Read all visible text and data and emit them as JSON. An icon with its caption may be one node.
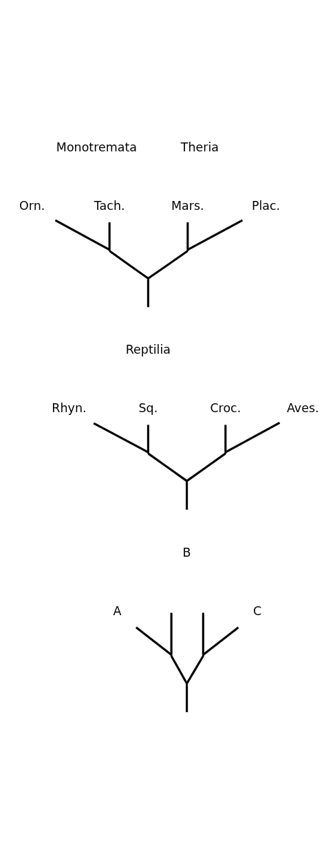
{
  "diagram": {
    "nodes": [
      {
        "text": [
          "Orn."
        ]
      },
      {
        "text": [
          "Tach."
        ]
      },
      {
        "text": [
          "Mars."
        ]
      },
      {
        "text": [
          "Plac."
        ]
      },
      {
        "text": [],
        "shape": "point"
      },
      {
        "text": [],
        "shape": "point"
      },
      {
        "text": [],
        "shape": "point"
      },
      {
        "text": [
          "Rhyn."
        ]
      },
      {
        "text": [
          "Sq."
        ]
      },
      {
        "text": [
          "Croc."
        ]
      },
      {
        "text": [
          "Aves."
        ]
      },
      {
        "text": [],
        "shape": "point"
      },
      {
        "text": [],
        "shape": "point"
      },
      {
        "text": [],
        "shape": "point"
      },
      {
        "text": [
          "A"
        ]
      },
      {
        "text": [
          "C"
        ]
      },
      {
        "text": [],
        "shape": "point"
      },
      {
        "text": [],
        "shape": "point"
      },
      {
        "text": [],
        "shape": "point"
      }
    ],
    "edges": [
      {
        "from": 0,
        "to": 4,
        "arrow": "none"
      },
      {
        "from": 1,
        "to": 4,
        "arrow": "none"
      },
      {
        "from": 2,
        "to": 5,
        "arrow": "none"
      },
      {
        "from": 3,
        "to": 5,
        "arrow": "none"
      },
      {
        "from": 4,
        "to": 6,
        "arrow": "none"
      },
      {
        "from": 5,
        "to": 6,
        "arrow": "none"
      },
      {
        "from": 6,
        "to": null,
        "arrow": "none"
      },
      {
        "from": 7,
        "to": 11,
        "arrow": "none"
      },
      {
        "from": 8,
        "to": 11,
        "arrow": "none"
      },
      {
        "from": 9,
        "to": 12,
        "arrow": "none"
      },
      {
        "from": 10,
        "to": 12,
        "arrow": "none"
      },
      {
        "from": 11,
        "to": 13,
        "arrow": "none"
      },
      {
        "from": 12,
        "to": 13,
        "arrow": "none"
      },
      {
        "from": 13,
        "to": null,
        "arrow": "none"
      },
      {
        "from": 14,
        "to": 16,
        "arrow": "none"
      },
      {
        "from": null,
        "to": 16,
        "arrow": "none"
      },
      {
        "from": null,
        "to": 17,
        "arrow": "none"
      },
      {
        "from": 15,
        "to": 17,
        "arrow": "none"
      },
      {
        "from": 16,
        "to": 18,
        "arrow": "none"
      },
      {
        "from": 17,
        "to": 18,
        "arrow": "none"
      },
      {
        "from": 18,
        "to": null,
        "arrow": "none"
      }
    ],
    "labels": [
      "Monotremata",
      "Theria",
      "Reptilia",
      "B"
    ]
  }
}
